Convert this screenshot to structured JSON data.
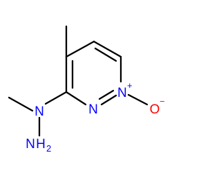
{
  "molecule": {
    "atoms": {
      "n1": {
        "symbol": "N",
        "color": "#0000ff"
      },
      "n1_charge": {
        "symbol": "+",
        "color": "#0000ff"
      },
      "n2": {
        "symbol": "N",
        "color": "#0000ff"
      },
      "o": {
        "symbol": "O",
        "color": "#ff0000"
      },
      "o_charge": {
        "symbol": "−",
        "color": "#ff0000"
      },
      "n_hydrazine": {
        "symbol": "N",
        "color": "#0000ff"
      },
      "nh2_n": {
        "symbol": "N",
        "color": "#0000ff"
      },
      "nh2_h": {
        "symbol": "H",
        "color": "#0000ff"
      },
      "nh2_sub": {
        "symbol": "2",
        "color": "#0000ff"
      }
    },
    "bond_color": "#000000"
  }
}
